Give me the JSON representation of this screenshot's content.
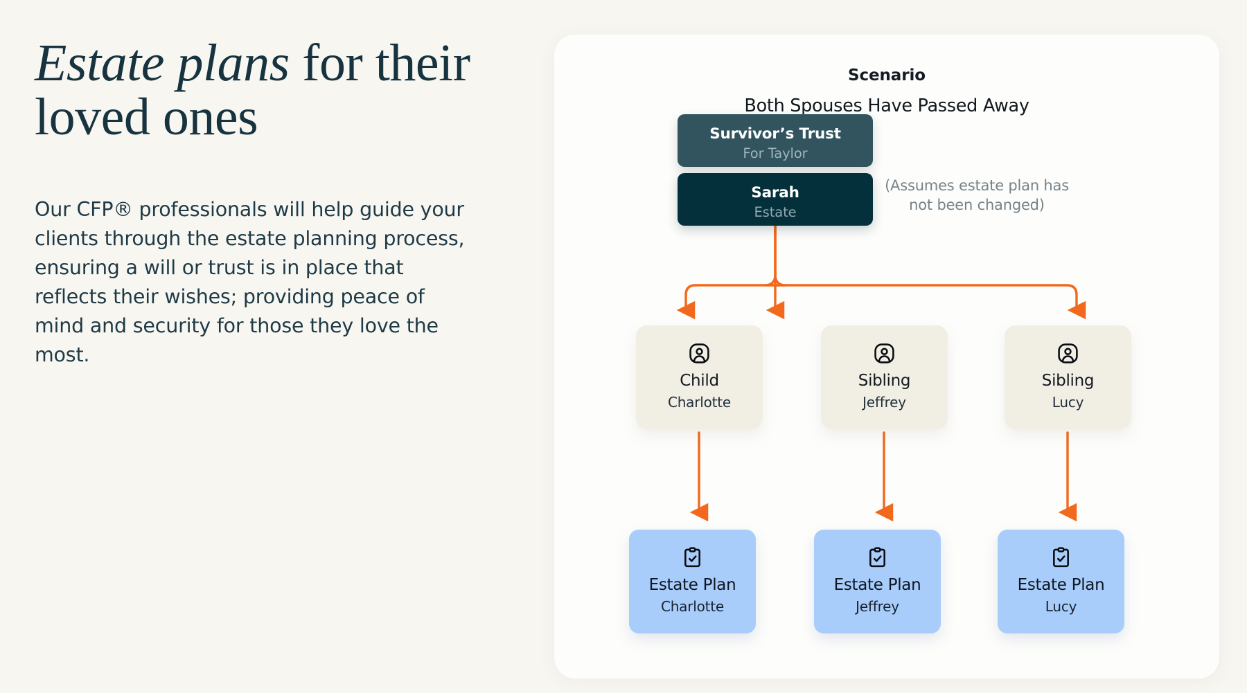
{
  "colors": {
    "page_background": "#f8f6f1",
    "panel_background": "#fdfdfb",
    "headline_text": "#16333f",
    "accent_orange": "#f2681c",
    "survivors_trust_box": "#31545e",
    "estate_box": "#04303c",
    "beneficiary_card": "#f1efe4",
    "estate_plan_card": "#a9cdfb"
  },
  "left": {
    "headline_emphasis": "Estate plans",
    "headline_rest": " for their loved ones",
    "body": "Our CFP® professionals will help guide your clients through the estate planning process, ensuring a will or trust is in place that reflects their wishes; providing peace of mind and security for those they love the most."
  },
  "diagram": {
    "scenario_label": "Scenario",
    "scenario_subtitle": "Both Spouses Have Passed Away",
    "assumption_note": "(Assumes estate plan has not been changed)",
    "trust_boxes": [
      {
        "title": "Survivor’s Trust",
        "subtitle": "For Taylor"
      },
      {
        "title": "Sarah",
        "subtitle": "Estate"
      }
    ],
    "beneficiaries": [
      {
        "icon": "person-icon",
        "title": "Child",
        "name": "Charlotte"
      },
      {
        "icon": "person-icon",
        "title": "Sibling",
        "name": "Jeffrey"
      },
      {
        "icon": "person-icon",
        "title": "Sibling",
        "name": "Lucy"
      }
    ],
    "estate_plans": [
      {
        "icon": "clipboard-check-icon",
        "title": "Estate Plan",
        "name": "Charlotte"
      },
      {
        "icon": "clipboard-check-icon",
        "title": "Estate Plan",
        "name": "Jeffrey"
      },
      {
        "icon": "clipboard-check-icon",
        "title": "Estate Plan",
        "name": "Lucy"
      }
    ]
  }
}
